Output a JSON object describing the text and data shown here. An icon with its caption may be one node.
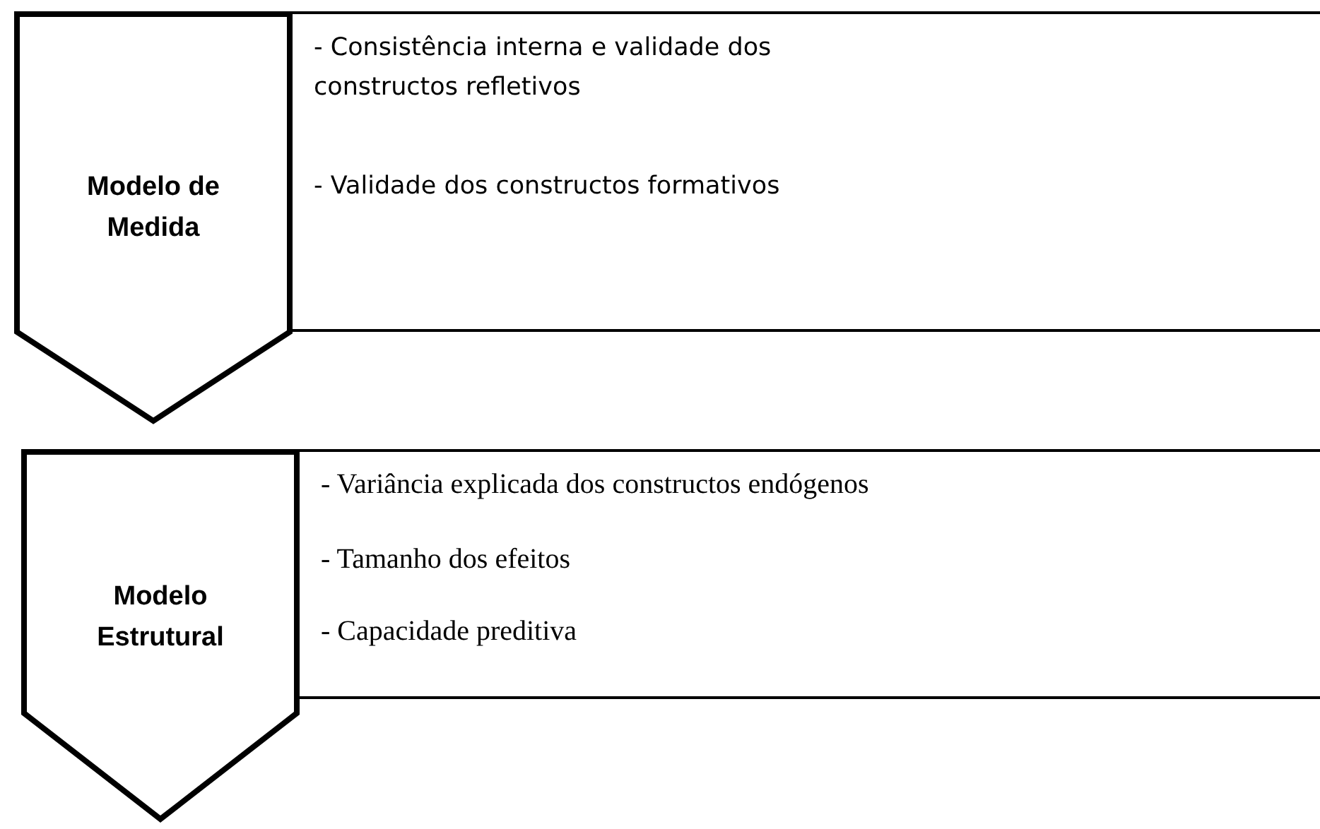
{
  "diagram": {
    "nodes": [
      {
        "text": [
          "Modelo de Medida"
        ]
      },
      {
        "text": [
          "- Consistência interna e validade dos constructos refletivos",
          "- Validade dos constructos formativos"
        ]
      },
      {
        "text": [
          "Modelo Estrutural"
        ]
      },
      {
        "text": [
          "- Variância explicada dos constructos endógenos",
          "- Tamanho dos efeitos",
          "- Capacidade preditiva"
        ]
      }
    ]
  }
}
